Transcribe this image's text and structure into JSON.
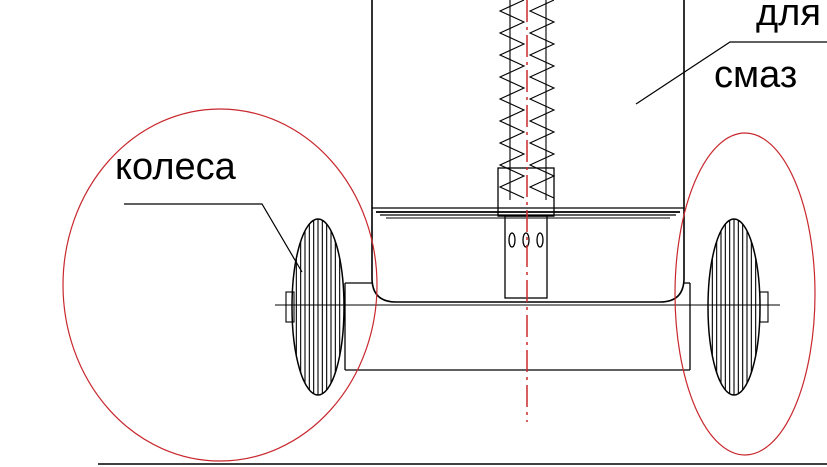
{
  "labels": {
    "wheels": "колеса",
    "for": "для",
    "lubricant": "смаз"
  },
  "colors": {
    "lines": "#000000",
    "highlight": "#c8282d",
    "axis": "#cc2a2a"
  }
}
